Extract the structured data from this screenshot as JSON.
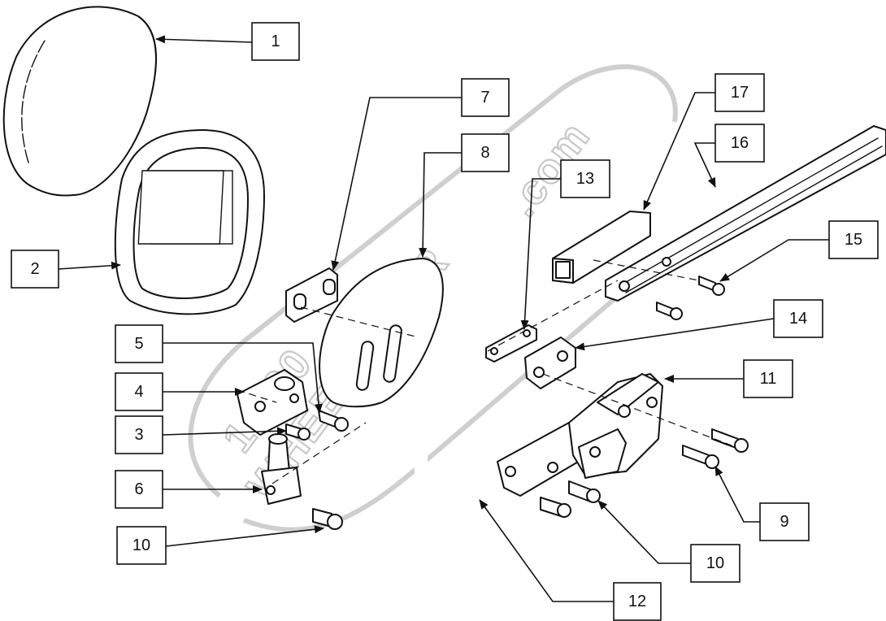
{
  "watermark": {
    "line1": "1-800",
    "line2": "WHEELCHAIR",
    "line3": ".com"
  },
  "callouts": {
    "c1": "1",
    "c2": "2",
    "c3": "3",
    "c4": "4",
    "c5": "5",
    "c6": "6",
    "c7": "7",
    "c8": "8",
    "c9": "9",
    "c10a": "10",
    "c10b": "10",
    "c11": "11",
    "c12": "12",
    "c13": "13",
    "c14": "14",
    "c15": "15",
    "c16": "16",
    "c17": "17"
  }
}
